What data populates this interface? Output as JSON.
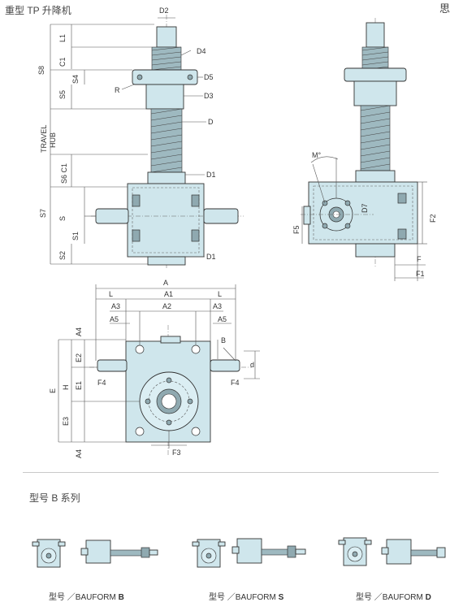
{
  "title": "重型 TP 升降机",
  "edge_glyph": "思",
  "labels": {
    "D2": "D2",
    "L1": "L1",
    "C1": "C1",
    "D4": "D4",
    "S8": "S8",
    "S4": "S4",
    "D5": "D5",
    "R": "R",
    "S5": "S5",
    "D3": "D3",
    "D": "D",
    "TRAVEL": "TRAVEL",
    "HUB": "HUB",
    "D1": "D1",
    "S6": "S6",
    "S7": "S7",
    "S": "S",
    "S1": "S1",
    "S2": "S2",
    "M": "M°",
    "D7": "D7",
    "F2": "F2",
    "F5": "F5",
    "F": "F",
    "F1": "F1",
    "A": "A",
    "L": "L",
    "A1": "A1",
    "A3": "A3",
    "A2": "A2",
    "A4": "A4",
    "A5": "A5",
    "B": "B",
    "E2": "E2",
    "d": "d",
    "F4": "F4",
    "E": "E",
    "H": "H",
    "E1": "E1",
    "E3": "E3",
    "F3": "F3"
  },
  "series_title": "型号 B 系列",
  "captions": [
    {
      "prefix": "型号 ／BAUFORM ",
      "form": "B"
    },
    {
      "prefix": "型号 ／BAUFORM ",
      "form": "S"
    },
    {
      "prefix": "型号 ／BAUFORM ",
      "form": "D"
    }
  ]
}
